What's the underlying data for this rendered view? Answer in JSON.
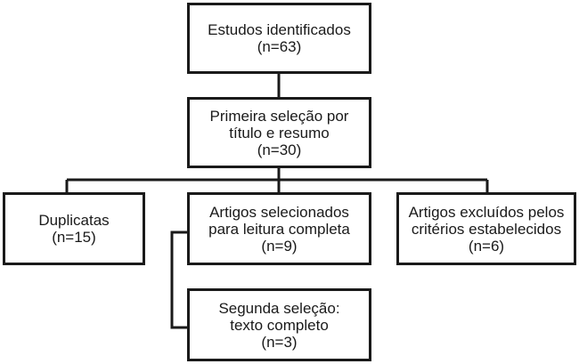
{
  "boxes": {
    "identified": {
      "line1": "Estudos identificados",
      "line2": "(n=63)"
    },
    "first_selection": {
      "line1": "Primeira seleção por",
      "line2": "título e resumo",
      "line3": "(n=30)"
    },
    "duplicates": {
      "line1": "Duplicatas",
      "line2": "(n=15)"
    },
    "selected_full": {
      "line1": "Artigos selecionados",
      "line2": "para leitura completa",
      "line3": "(n=9)"
    },
    "excluded": {
      "line1": "Artigos excluídos pelos",
      "line2": "critérios estabelecidos",
      "line3": "(n=6)"
    },
    "second_selection": {
      "line1": "Segunda seleção:",
      "line2": "texto completo",
      "line3": "(n=3)"
    }
  },
  "colors": {
    "stroke": "#1a1a1a",
    "background": "#ffffff"
  }
}
